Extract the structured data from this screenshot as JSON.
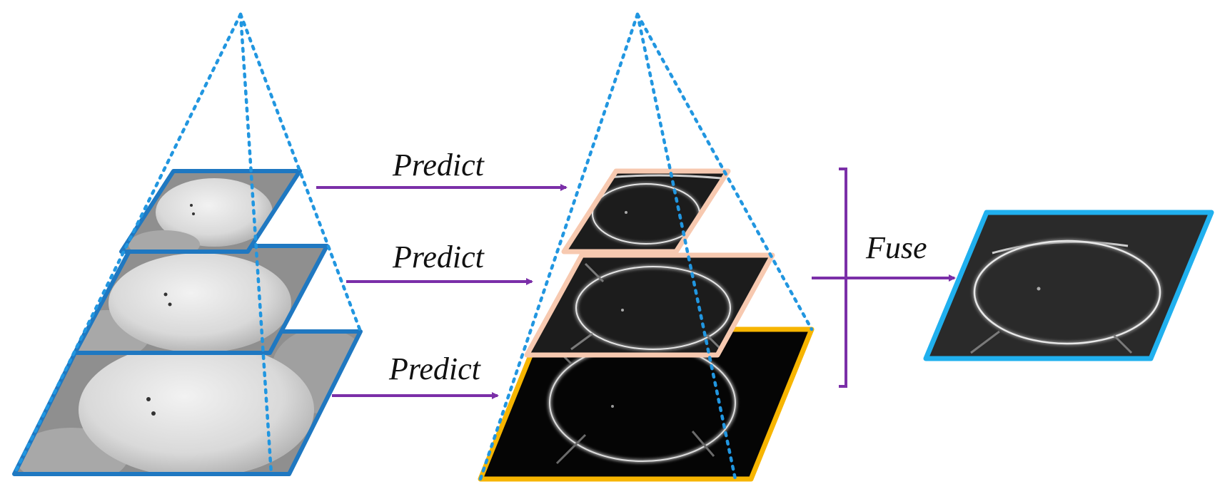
{
  "labels": {
    "predict_top": "Predict",
    "predict_mid": "Predict",
    "predict_bottom": "Predict",
    "fuse": "Fuse"
  },
  "colors": {
    "input_frame": "#1f78c1",
    "guide_lines": "#2196e0",
    "arrow": "#7b2fa8",
    "prediction_frame_small": "#f7c9b0",
    "prediction_frame_large": "#f7b500",
    "fused_frame": "#20b0ee"
  }
}
